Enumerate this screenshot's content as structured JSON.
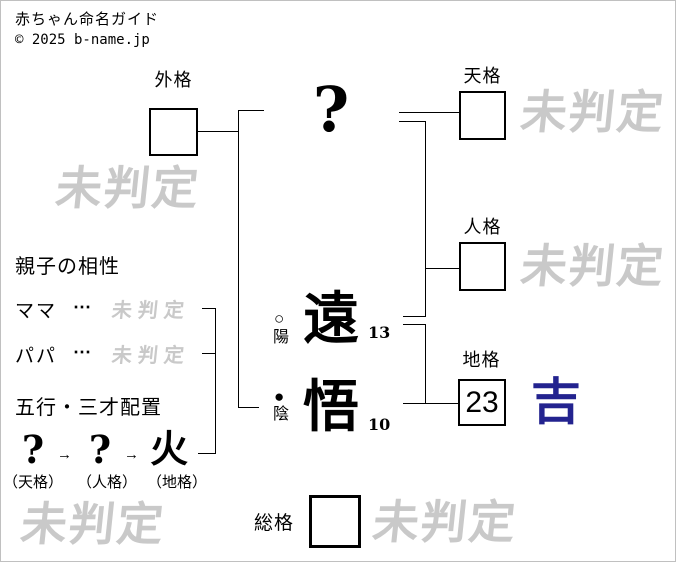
{
  "header": {
    "site_title": "赤ちゃん命名ガイド",
    "copyright": "© 2025 b-name.jp"
  },
  "watermark_text": "未判定",
  "colors": {
    "watermark_gray": "#c9c9c9",
    "result_blue": "#23238f",
    "line_black": "#000000"
  },
  "diagram": {
    "surname_placeholder": "?",
    "kaku_labels": {
      "gaikaku": "外格",
      "tenkaku": "天格",
      "jinkaku": "人格",
      "chikaku": "地格",
      "soukaku": "総格"
    },
    "name_chars": [
      {
        "char": "遠",
        "strokes": "13",
        "polarity_mark": "○",
        "polarity_label": "陽"
      },
      {
        "char": "悟",
        "strokes": "10",
        "polarity_mark": "●",
        "polarity_label": "陰"
      }
    ],
    "chikaku_value": "23",
    "chikaku_result": "吉"
  },
  "compatibility": {
    "heading": "親子の相性",
    "rows": [
      {
        "label": "ママ",
        "separator": "⋯",
        "value": "未判定"
      },
      {
        "label": "パパ",
        "separator": "⋯",
        "value": "未判定"
      }
    ]
  },
  "gogyou": {
    "heading": "五行・三才配置",
    "arrow": "→",
    "items": [
      {
        "element": "?",
        "label": "（天格）"
      },
      {
        "element": "?",
        "label": "（人格）"
      },
      {
        "element": "火",
        "label": "（地格）"
      }
    ]
  }
}
